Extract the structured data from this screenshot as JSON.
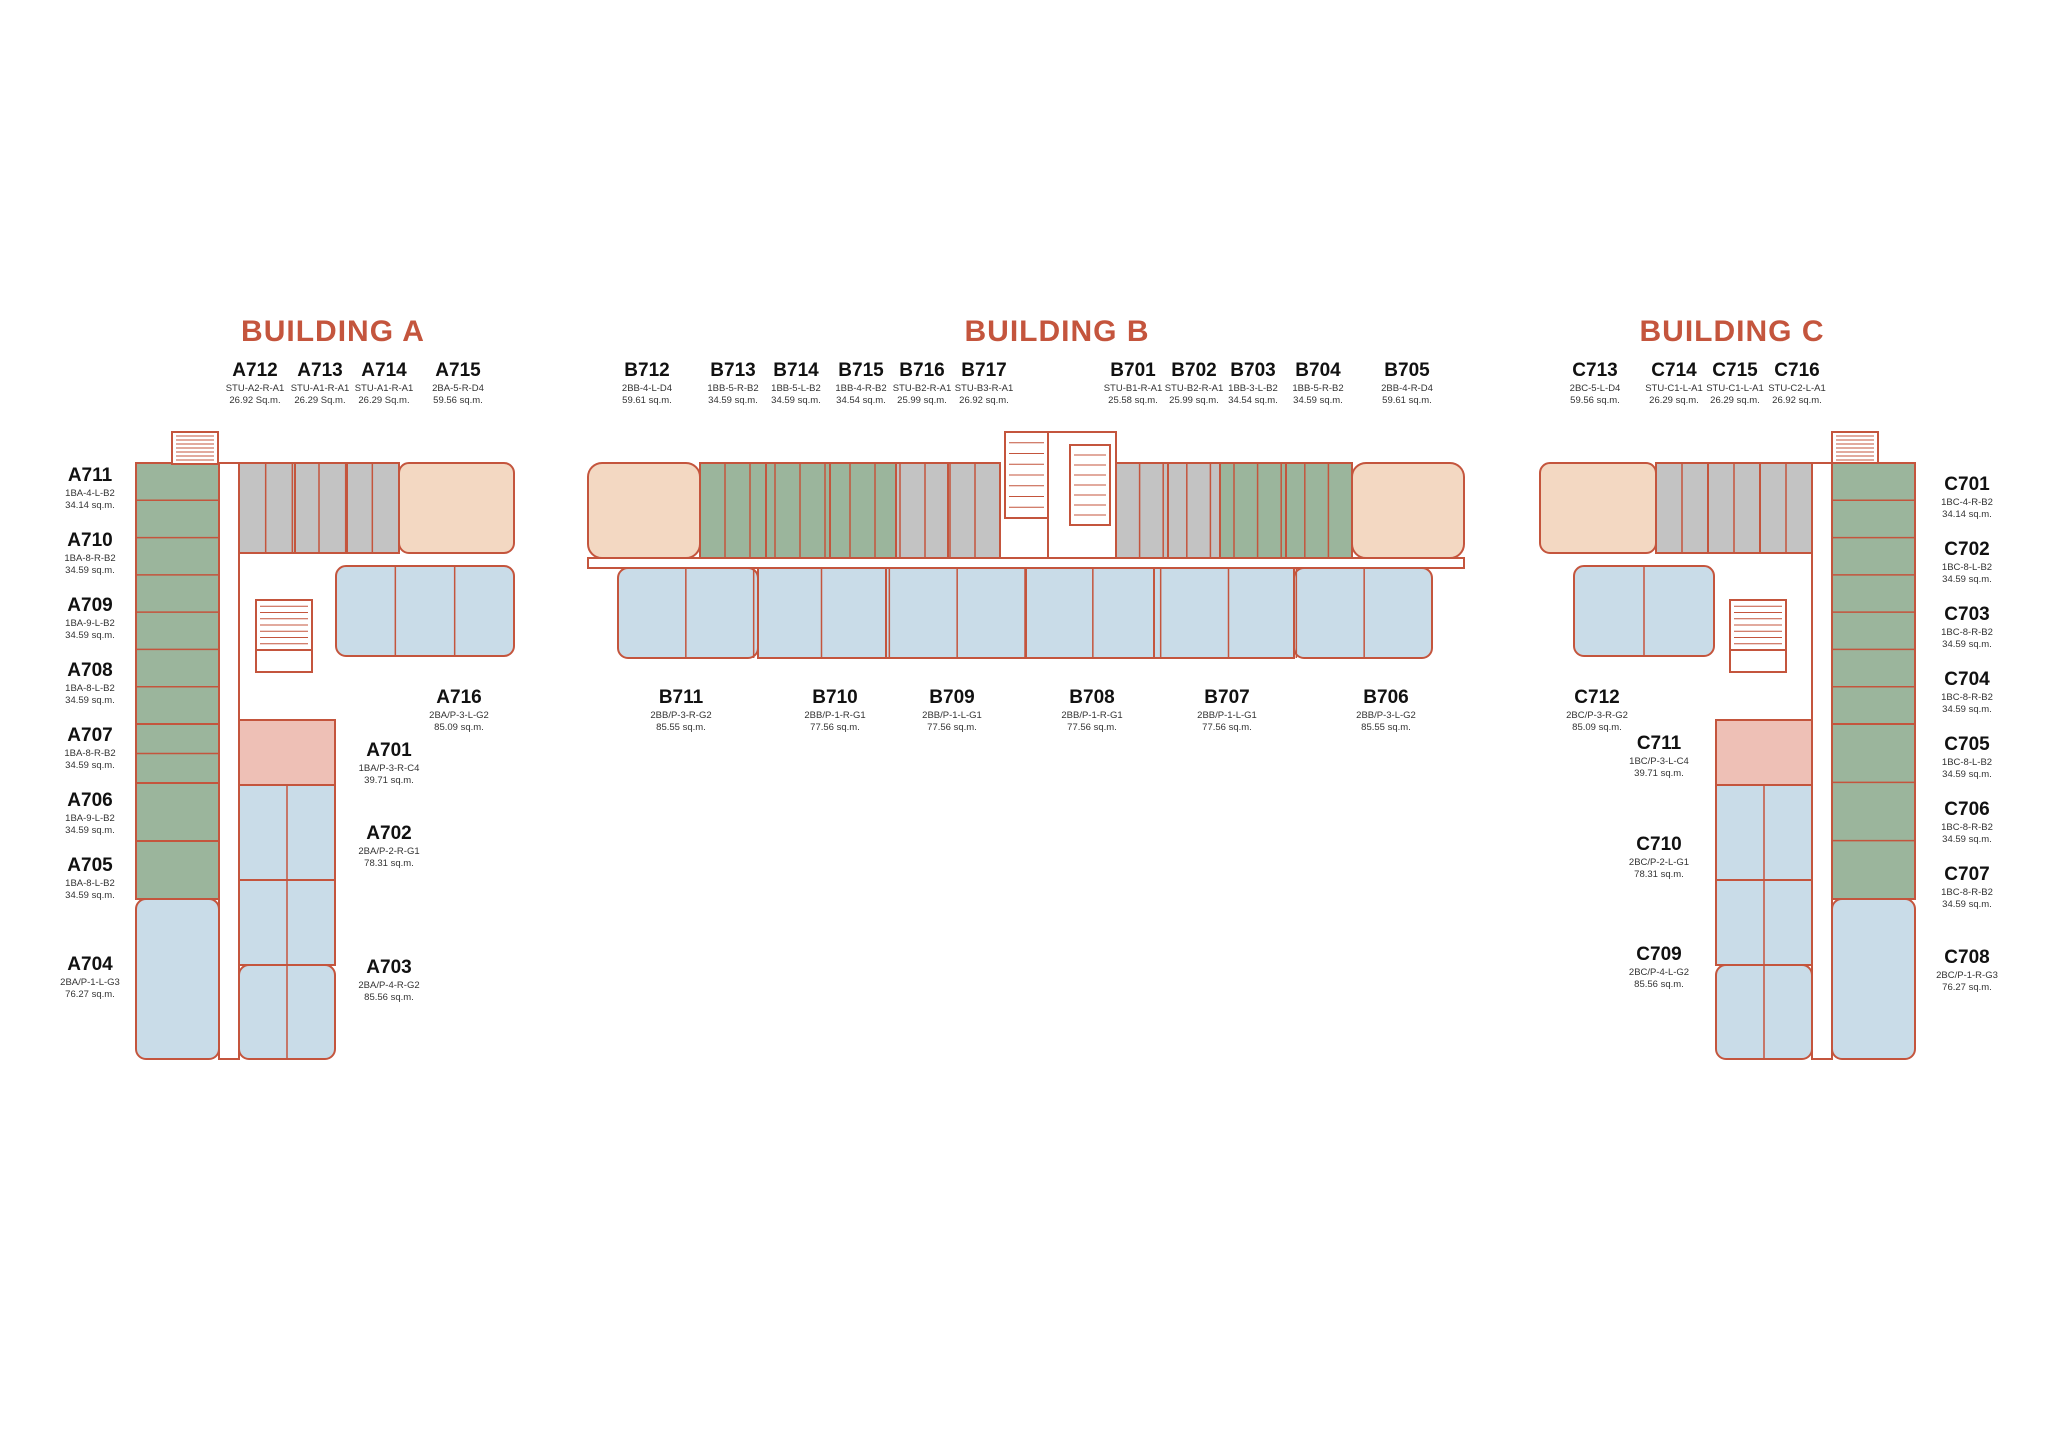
{
  "colors": {
    "wall": "#c4553d",
    "green": "#9bb59c",
    "blue": "#c9dce8",
    "grey": "#c3c3c3",
    "peach": "#f3d8c2",
    "pink": "#eec0b6",
    "title": "#c4553d"
  },
  "buildings": [
    {
      "name": "BUILDING  A",
      "units": [
        {
          "code": "A712",
          "type": "STU-A2-R-A1",
          "area": "26.92 Sq.m."
        },
        {
          "code": "A713",
          "type": "STU-A1-R-A1",
          "area": "26.29 Sq.m."
        },
        {
          "code": "A714",
          "type": "STU-A1-R-A1",
          "area": "26.29 Sq.m."
        },
        {
          "code": "A715",
          "type": "2BA-5-R-D4",
          "area": "59.56 sq.m."
        },
        {
          "code": "A711",
          "type": "1BA-4-L-B2",
          "area": "34.14 sq.m."
        },
        {
          "code": "A710",
          "type": "1BA-8-R-B2",
          "area": "34.59 sq.m."
        },
        {
          "code": "A709",
          "type": "1BA-9-L-B2",
          "area": "34.59 sq.m."
        },
        {
          "code": "A708",
          "type": "1BA-8-L-B2",
          "area": "34.59 sq.m."
        },
        {
          "code": "A707",
          "type": "1BA-8-R-B2",
          "area": "34.59 sq.m."
        },
        {
          "code": "A706",
          "type": "1BA-9-L-B2",
          "area": "34.59 sq.m."
        },
        {
          "code": "A705",
          "type": "1BA-8-L-B2",
          "area": "34.59 sq.m."
        },
        {
          "code": "A704",
          "type": "2BA/P-1-L-G3",
          "area": "76.27 sq.m."
        },
        {
          "code": "A716",
          "type": "2BA/P-3-L-G2",
          "area": "85.09 sq.m."
        },
        {
          "code": "A701",
          "type": "1BA/P-3-R-C4",
          "area": "39.71 sq.m."
        },
        {
          "code": "A702",
          "type": "2BA/P-2-R-G1",
          "area": "78.31 sq.m."
        },
        {
          "code": "A703",
          "type": "2BA/P-4-R-G2",
          "area": "85.56 sq.m."
        }
      ]
    },
    {
      "name": "BUILDING  B",
      "units": [
        {
          "code": "B712",
          "type": "2BB-4-L-D4",
          "area": "59.61 sq.m."
        },
        {
          "code": "B713",
          "type": "1BB-5-R-B2",
          "area": "34.59 sq.m."
        },
        {
          "code": "B714",
          "type": "1BB-5-L-B2",
          "area": "34.59 sq.m."
        },
        {
          "code": "B715",
          "type": "1BB-4-R-B2",
          "area": "34.54 sq.m."
        },
        {
          "code": "B716",
          "type": "STU-B2-R-A1",
          "area": "25.99 sq.m."
        },
        {
          "code": "B717",
          "type": "STU-B3-R-A1",
          "area": "26.92 sq.m."
        },
        {
          "code": "B701",
          "type": "STU-B1-R-A1",
          "area": "25.58 sq.m."
        },
        {
          "code": "B702",
          "type": "STU-B2-R-A1",
          "area": "25.99 sq.m."
        },
        {
          "code": "B703",
          "type": "1BB-3-L-B2",
          "area": "34.54 sq.m."
        },
        {
          "code": "B704",
          "type": "1BB-5-R-B2",
          "area": "34.59 sq.m."
        },
        {
          "code": "B705",
          "type": "2BB-4-R-D4",
          "area": "59.61 sq.m."
        },
        {
          "code": "B711",
          "type": "2BB/P-3-R-G2",
          "area": "85.55 sq.m."
        },
        {
          "code": "B710",
          "type": "2BB/P-1-R-G1",
          "area": "77.56 sq.m."
        },
        {
          "code": "B709",
          "type": "2BB/P-1-L-G1",
          "area": "77.56 sq.m."
        },
        {
          "code": "B708",
          "type": "2BB/P-1-R-G1",
          "area": "77.56 sq.m."
        },
        {
          "code": "B707",
          "type": "2BB/P-1-L-G1",
          "area": "77.56 sq.m."
        },
        {
          "code": "B706",
          "type": "2BB/P-3-L-G2",
          "area": "85.55 sq.m."
        }
      ]
    },
    {
      "name": "BUILDING  C",
      "units": [
        {
          "code": "C713",
          "type": "2BC-5-L-D4",
          "area": "59.56 sq.m."
        },
        {
          "code": "C714",
          "type": "STU-C1-L-A1",
          "area": "26.29 sq.m."
        },
        {
          "code": "C715",
          "type": "STU-C1-L-A1",
          "area": "26.29 sq.m."
        },
        {
          "code": "C716",
          "type": "STU-C2-L-A1",
          "area": "26.92 sq.m."
        },
        {
          "code": "C701",
          "type": "1BC-4-R-B2",
          "area": "34.14 sq.m."
        },
        {
          "code": "C702",
          "type": "1BC-8-L-B2",
          "area": "34.59 sq.m."
        },
        {
          "code": "C703",
          "type": "1BC-8-R-B2",
          "area": "34.59 sq.m."
        },
        {
          "code": "C704",
          "type": "1BC-8-R-B2",
          "area": "34.59 sq.m."
        },
        {
          "code": "C705",
          "type": "1BC-8-L-B2",
          "area": "34.59 sq.m."
        },
        {
          "code": "C706",
          "type": "1BC-8-R-B2",
          "area": "34.59 sq.m."
        },
        {
          "code": "C707",
          "type": "1BC-8-R-B2",
          "area": "34.59 sq.m."
        },
        {
          "code": "C708",
          "type": "2BC/P-1-R-G3",
          "area": "76.27 sq.m."
        },
        {
          "code": "C712",
          "type": "2BC/P-3-R-G2",
          "area": "85.09 sq.m."
        },
        {
          "code": "C711",
          "type": "1BC/P-3-L-C4",
          "area": "39.71 sq.m."
        },
        {
          "code": "C710",
          "type": "2BC/P-2-L-G1",
          "area": "78.31 sq.m."
        },
        {
          "code": "C709",
          "type": "2BC/P-4-L-G2",
          "area": "85.56 sq.m."
        }
      ]
    }
  ]
}
